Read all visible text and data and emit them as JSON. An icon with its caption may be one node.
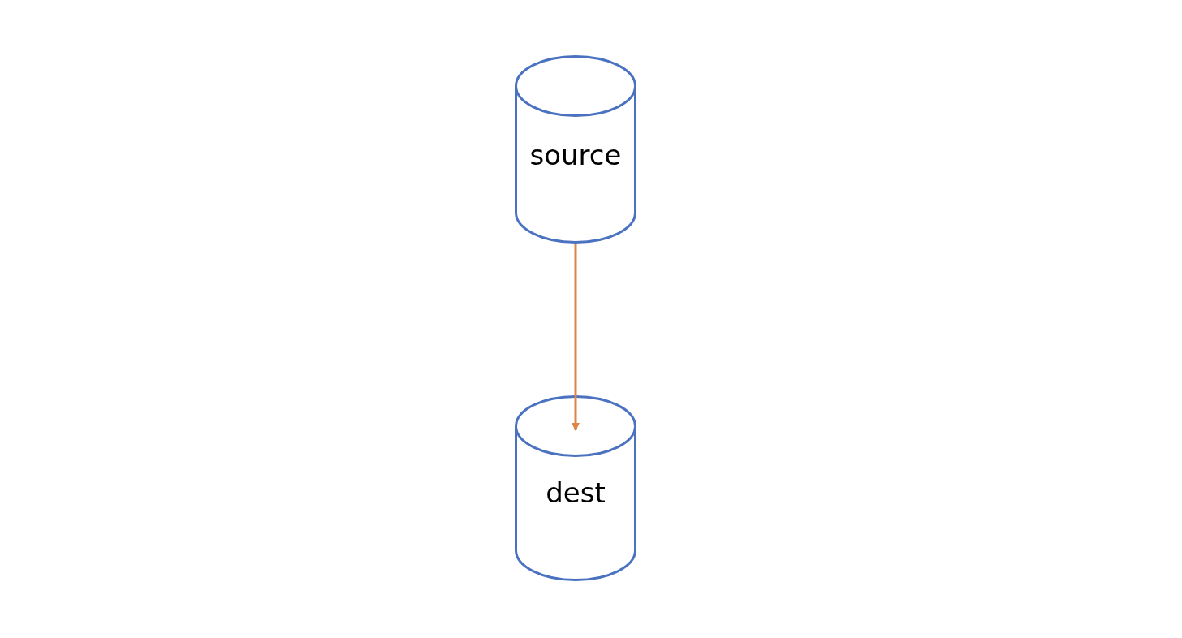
{
  "diagram": {
    "nodes": [
      {
        "text": [
          "source"
        ]
      },
      {
        "text": [
          "dest"
        ]
      }
    ],
    "edges": [
      {
        "from": 0,
        "to": 1,
        "arrow": "to",
        "color": "#dd8447"
      }
    ]
  }
}
